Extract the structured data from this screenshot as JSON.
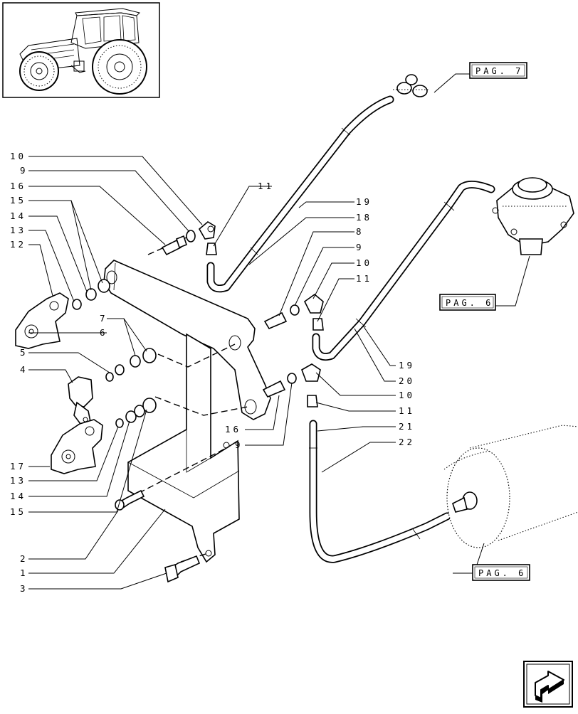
{
  "callouts": {
    "left": [
      {
        "id": "l10",
        "text": "10"
      },
      {
        "id": "l9",
        "text": "9"
      },
      {
        "id": "l16",
        "text": "16"
      },
      {
        "id": "l15",
        "text": "15"
      },
      {
        "id": "l14",
        "text": "14"
      },
      {
        "id": "l13",
        "text": "13"
      },
      {
        "id": "l12",
        "text": "12"
      },
      {
        "id": "l7",
        "text": "7"
      },
      {
        "id": "l6",
        "text": "6"
      },
      {
        "id": "l5",
        "text": "5"
      },
      {
        "id": "l4",
        "text": "4"
      },
      {
        "id": "l17",
        "text": "17"
      },
      {
        "id": "l13b",
        "text": "13"
      },
      {
        "id": "l14b",
        "text": "14"
      },
      {
        "id": "l15b",
        "text": "15"
      },
      {
        "id": "l2",
        "text": "2"
      },
      {
        "id": "l1",
        "text": "1"
      },
      {
        "id": "l3",
        "text": "3"
      }
    ],
    "right": [
      {
        "id": "r11top",
        "text": "11"
      },
      {
        "id": "r19",
        "text": "19"
      },
      {
        "id": "r18",
        "text": "18"
      },
      {
        "id": "r8",
        "text": "8"
      },
      {
        "id": "r9",
        "text": "9"
      },
      {
        "id": "r10",
        "text": "10"
      },
      {
        "id": "r11",
        "text": "11"
      },
      {
        "id": "r19b",
        "text": "19"
      },
      {
        "id": "r20",
        "text": "20"
      },
      {
        "id": "r10b",
        "text": "10"
      },
      {
        "id": "r11b",
        "text": "11"
      },
      {
        "id": "r21",
        "text": "21"
      },
      {
        "id": "r22",
        "text": "22"
      },
      {
        "id": "b16",
        "text": "16"
      },
      {
        "id": "b9",
        "text": "9"
      }
    ]
  },
  "page_refs": {
    "top": "PAG. 7",
    "middle": "PAG. 6",
    "bottom": "PAG. 6"
  },
  "icons": {
    "tractor_thumbnail": "tractor-thumbnail-icon",
    "next_page": "next-page-arrow-icon"
  }
}
